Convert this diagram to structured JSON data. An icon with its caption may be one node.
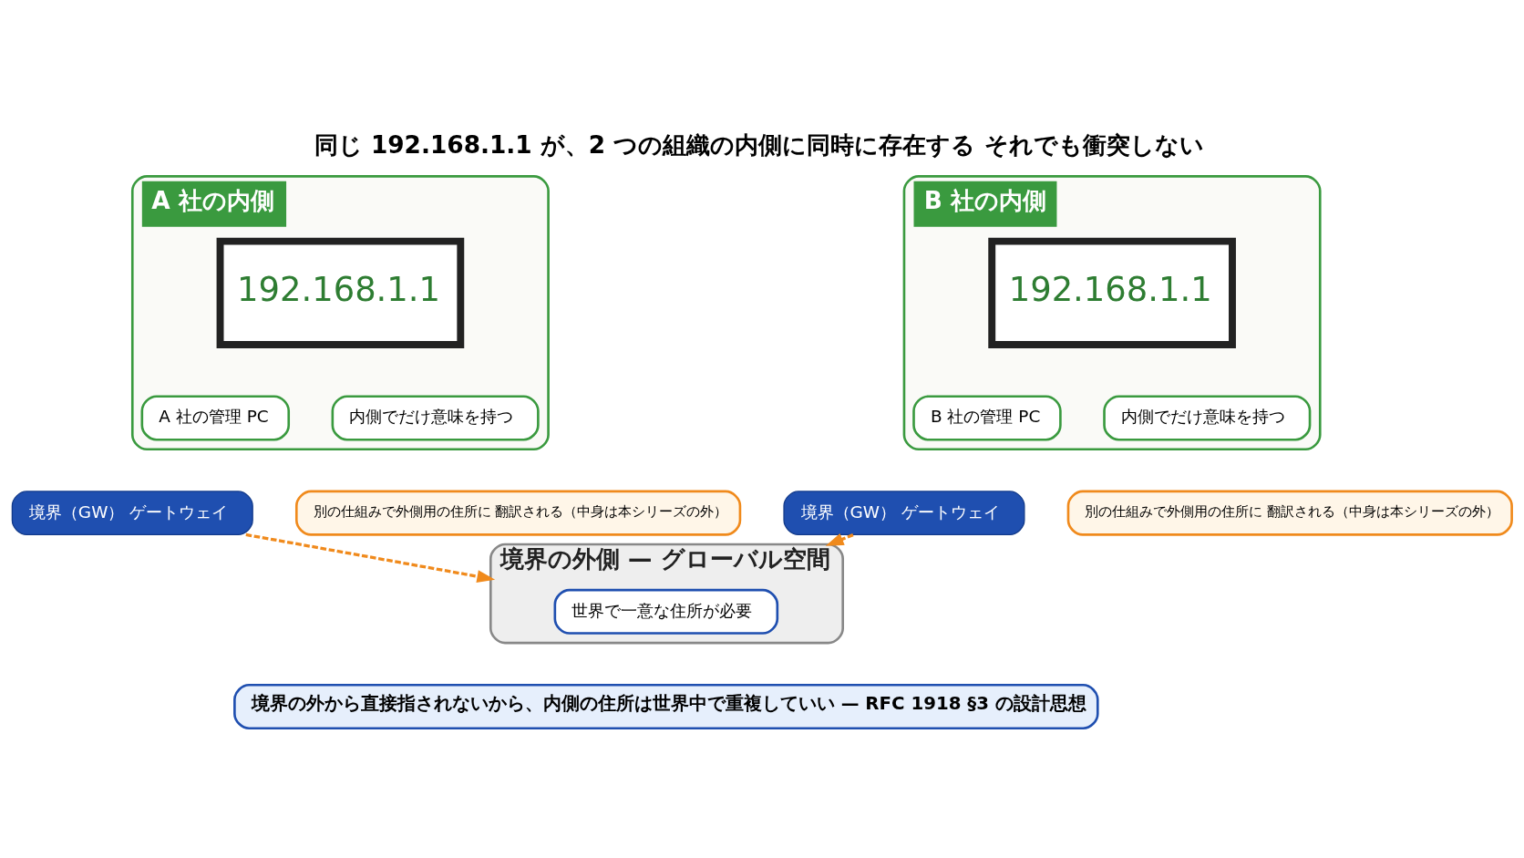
{
  "diagram": {
    "title": "同じ 192.168.1.1 が、2 つの組織の内側に同時に存在する それでも衝突しない",
    "caption": "境界の外から直接指されないから、内側の住所は世界中で重複していい — RFC 1918 §3 の設計思想",
    "nodes": [
      {
        "text": [
          "A 社の内側"
        ]
      },
      {
        "text": [
          "192.168.1.1"
        ],
        "in": 0
      },
      {
        "text": [
          "A 社の管理 PC"
        ],
        "in": 0
      },
      {
        "text": [
          "内側でだけ意味を持つ"
        ],
        "in": 0
      },
      {
        "text": [
          "境界（GW） ゲートウェイ"
        ]
      },
      {
        "text": [
          "別の仕組みで外側用の住所に 翻訳される（中身は本シリーズの外）"
        ]
      },
      {
        "text": [
          "B 社の内側"
        ]
      },
      {
        "text": [
          "192.168.1.1"
        ],
        "in": 6
      },
      {
        "text": [
          "B 社の管理 PC"
        ],
        "in": 6
      },
      {
        "text": [
          "内側でだけ意味を持つ"
        ],
        "in": 6
      },
      {
        "text": [
          "境界（GW） ゲートウェイ"
        ]
      },
      {
        "text": [
          "別の仕組みで外側用の住所に 翻訳される（中身は本シリーズの外）"
        ]
      },
      {
        "text": [
          "境界の外側 — グローバル空間"
        ]
      },
      {
        "text": [
          "世界で一意な住所が必要"
        ],
        "in": 12
      }
    ],
    "edges": [
      {
        "from": 4,
        "to": 12,
        "arrow": "to",
        "style": "dashed"
      },
      {
        "from": 10,
        "to": 12,
        "arrow": "to",
        "style": "dashed"
      }
    ]
  }
}
